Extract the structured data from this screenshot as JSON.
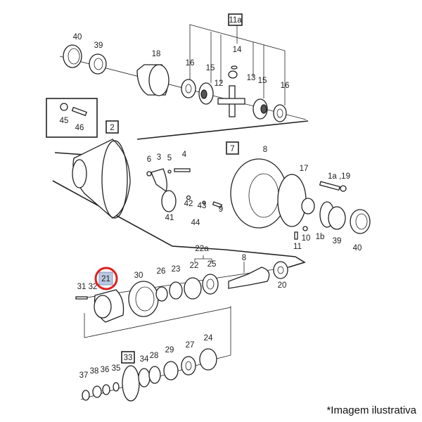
{
  "diagram": {
    "title": "Exploded view - rear axle differential",
    "group_labels": {
      "g11a": "11a",
      "g2": "2",
      "g7": "7",
      "g21": "21",
      "g33": "33"
    },
    "highlight": {
      "label": "21",
      "color": "#e02020",
      "fill": "#b8c8e0"
    },
    "parts_top": [
      "40",
      "39",
      "18",
      "16",
      "15",
      "14",
      "13",
      "12",
      "15",
      "16",
      "45",
      "46"
    ],
    "parts_middle": [
      "6",
      "3",
      "5",
      "4",
      "8",
      "17",
      "1a ,19",
      "42",
      "43",
      "44",
      "41",
      "9",
      "10",
      "11",
      "1b",
      "39",
      "40"
    ],
    "parts_lower": [
      "22a",
      "8",
      "20",
      "30",
      "26",
      "23",
      "22",
      "25",
      "31",
      "32"
    ],
    "parts_bottom": [
      "37",
      "38",
      "36",
      "35",
      "34",
      "28",
      "29",
      "27",
      "24"
    ]
  },
  "caption": "*Imagem ilustrativa"
}
